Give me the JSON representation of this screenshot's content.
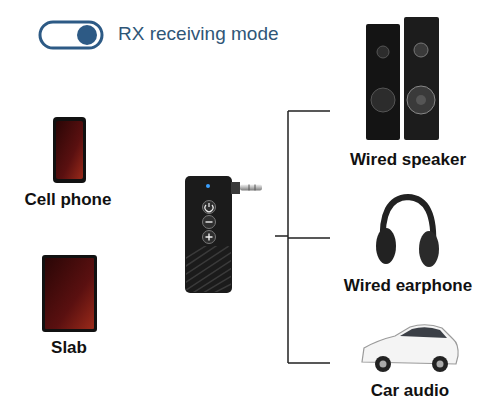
{
  "diagram": {
    "title": "RX receiving mode",
    "nodes": [
      {
        "text": [
          "Cell phone"
        ]
      },
      {
        "text": [
          "Slab"
        ]
      },
      {
        "text": [
          "Wired speaker"
        ]
      },
      {
        "text": [
          "Wired earphone"
        ]
      },
      {
        "text": [
          "Car audio"
        ]
      }
    ]
  }
}
